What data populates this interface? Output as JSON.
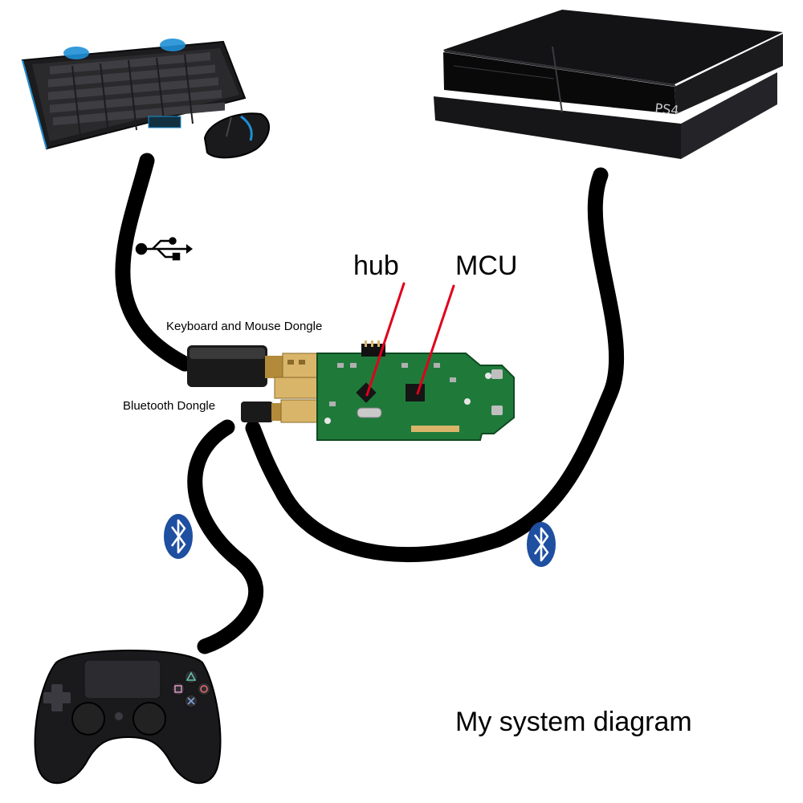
{
  "labels": {
    "hub": "hub",
    "mcu": "MCU",
    "keyboard_mouse_dongle": "Keyboard and Mouse Dongle",
    "bluetooth_dongle": "Bluetooth Dongle",
    "caption": "My system diagram"
  },
  "devices": {
    "console_logo": "PS4"
  },
  "icons": {
    "usb": "usb-icon",
    "bluetooth": "bluetooth-icon"
  },
  "colors": {
    "cable": "#000000",
    "pointer": "#e0001b",
    "bluetooth_badge": "#1e4fa0",
    "pcb": "#1f7a3a"
  }
}
